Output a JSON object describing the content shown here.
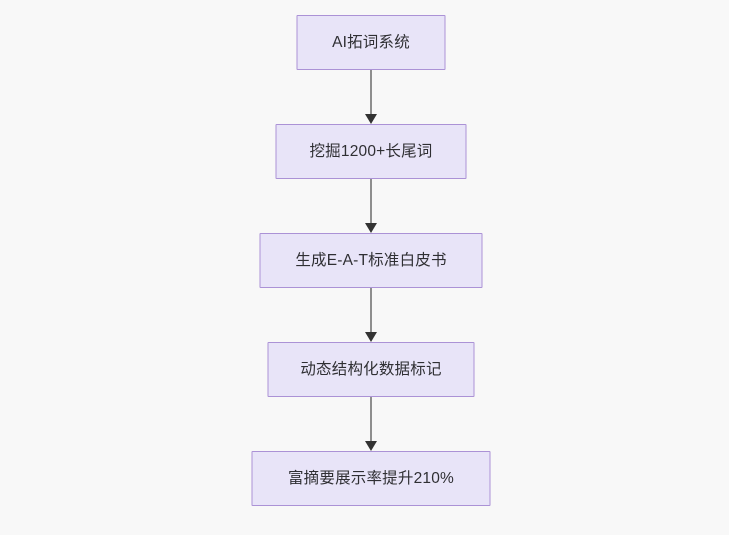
{
  "diagram": {
    "type": "flowchart",
    "orientation": "top-to-bottom",
    "background_color": "#f8f8f8",
    "node_fill_color": "#e8e4f8",
    "node_border_color": "#ab92d6",
    "node_text_color": "#2f2f33",
    "connector_color": "#8e8e8e",
    "arrowhead_color": "#333333",
    "nodes": [
      {
        "id": "n1",
        "label": "AI拓词系统"
      },
      {
        "id": "n2",
        "label": "挖掘1200+长尾词"
      },
      {
        "id": "n3",
        "label": "生成E-A-T标准白皮书"
      },
      {
        "id": "n4",
        "label": "动态结构化数据标记"
      },
      {
        "id": "n5",
        "label": "富摘要展示率提升210%"
      }
    ],
    "edges": [
      {
        "from": "n1",
        "to": "n2",
        "arrow": "arrow-down-icon"
      },
      {
        "from": "n2",
        "to": "n3",
        "arrow": "arrow-down-icon"
      },
      {
        "from": "n3",
        "to": "n4",
        "arrow": "arrow-down-icon"
      },
      {
        "from": "n4",
        "to": "n5",
        "arrow": "arrow-down-icon"
      }
    ]
  }
}
